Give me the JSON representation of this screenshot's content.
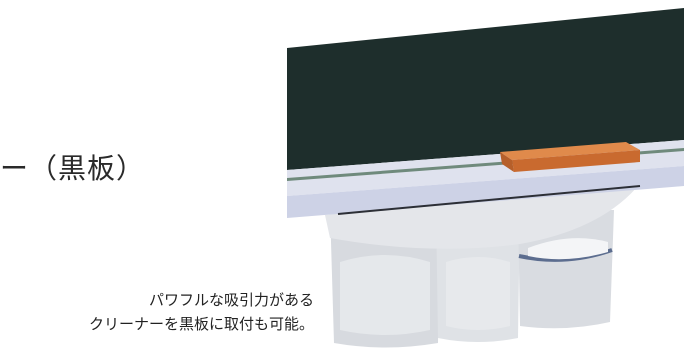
{
  "heading": {
    "text": "ー（黒板）"
  },
  "caption": {
    "line1": "パワフルな吸引力がある",
    "line2": "クリーナーを黒板に取付も可能。"
  },
  "colors": {
    "chalkboard": "#1e2e2c",
    "rail": "#dde0ee",
    "rail_stripe": "#6f8a7c",
    "eraser": "#d97a3e",
    "cleaner_body": "#d8dbdf",
    "cleaner_shadow": "#e7e9ec",
    "band": "#5c6d8f"
  }
}
